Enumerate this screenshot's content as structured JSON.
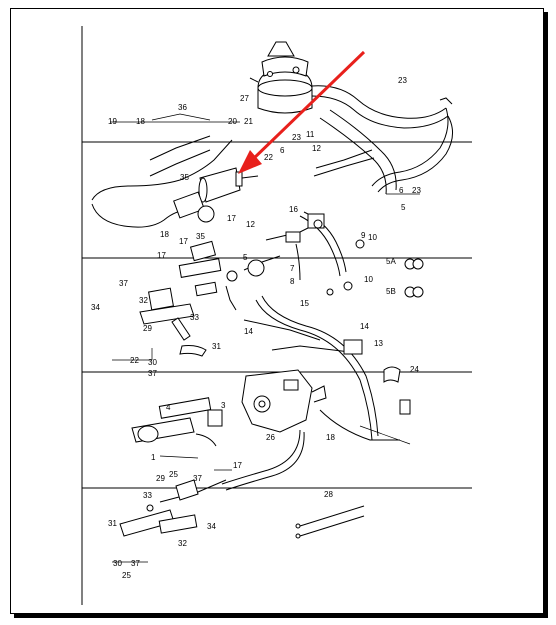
{
  "diagram": {
    "callouts": [
      {
        "id": "c23a",
        "text": "23"
      },
      {
        "id": "c27",
        "text": "27"
      },
      {
        "id": "c19",
        "text": "19"
      },
      {
        "id": "c18a",
        "text": "18"
      },
      {
        "id": "c36",
        "text": "36"
      },
      {
        "id": "c20",
        "text": "20"
      },
      {
        "id": "c21",
        "text": "21"
      },
      {
        "id": "c11",
        "text": "11"
      },
      {
        "id": "c23b",
        "text": "23"
      },
      {
        "id": "c12a",
        "text": "12"
      },
      {
        "id": "c6a",
        "text": "6"
      },
      {
        "id": "c22a",
        "text": "22"
      },
      {
        "id": "c35a",
        "text": "35"
      },
      {
        "id": "c6b",
        "text": "6"
      },
      {
        "id": "c23c",
        "text": "23"
      },
      {
        "id": "c5a",
        "text": "5"
      },
      {
        "id": "c18b",
        "text": "18"
      },
      {
        "id": "c17a",
        "text": "17"
      },
      {
        "id": "c12b",
        "text": "12"
      },
      {
        "id": "c16",
        "text": "16"
      },
      {
        "id": "c17b",
        "text": "17"
      },
      {
        "id": "c35b",
        "text": "35"
      },
      {
        "id": "c9",
        "text": "9"
      },
      {
        "id": "c10a",
        "text": "10"
      },
      {
        "id": "c17c",
        "text": "17"
      },
      {
        "id": "c5b",
        "text": "5"
      },
      {
        "id": "c37a",
        "text": "37"
      },
      {
        "id": "c8",
        "text": "8"
      },
      {
        "id": "c7",
        "text": "7"
      },
      {
        "id": "c10b",
        "text": "10"
      },
      {
        "id": "c5A",
        "text": "5A"
      },
      {
        "id": "c5B",
        "text": "5B"
      },
      {
        "id": "c32a",
        "text": "32"
      },
      {
        "id": "c34a",
        "text": "34"
      },
      {
        "id": "c15",
        "text": "15"
      },
      {
        "id": "c29a",
        "text": "29"
      },
      {
        "id": "c33a",
        "text": "33"
      },
      {
        "id": "c14a",
        "text": "14"
      },
      {
        "id": "c14b",
        "text": "14"
      },
      {
        "id": "c31a",
        "text": "31"
      },
      {
        "id": "c13",
        "text": "13"
      },
      {
        "id": "c22b",
        "text": "22"
      },
      {
        "id": "c30a",
        "text": "30"
      },
      {
        "id": "c37b",
        "text": "37"
      },
      {
        "id": "c24",
        "text": "24"
      },
      {
        "id": "c3",
        "text": "3"
      },
      {
        "id": "c4",
        "text": "4"
      },
      {
        "id": "c26",
        "text": "26"
      },
      {
        "id": "c18c",
        "text": "18"
      },
      {
        "id": "c1",
        "text": "1"
      },
      {
        "id": "c25a",
        "text": "25"
      },
      {
        "id": "c17d",
        "text": "17"
      },
      {
        "id": "c29b",
        "text": "29"
      },
      {
        "id": "c37c",
        "text": "37"
      },
      {
        "id": "c33b",
        "text": "33"
      },
      {
        "id": "c28",
        "text": "28"
      },
      {
        "id": "c31b",
        "text": "31"
      },
      {
        "id": "c34b",
        "text": "34"
      },
      {
        "id": "c32b",
        "text": "32"
      },
      {
        "id": "c30b",
        "text": "30"
      },
      {
        "id": "c37d",
        "text": "37"
      },
      {
        "id": "c25b",
        "text": "25"
      }
    ]
  },
  "colors": {
    "line": "#000000",
    "arrow": "#e8201c",
    "background": "#ffffff"
  }
}
